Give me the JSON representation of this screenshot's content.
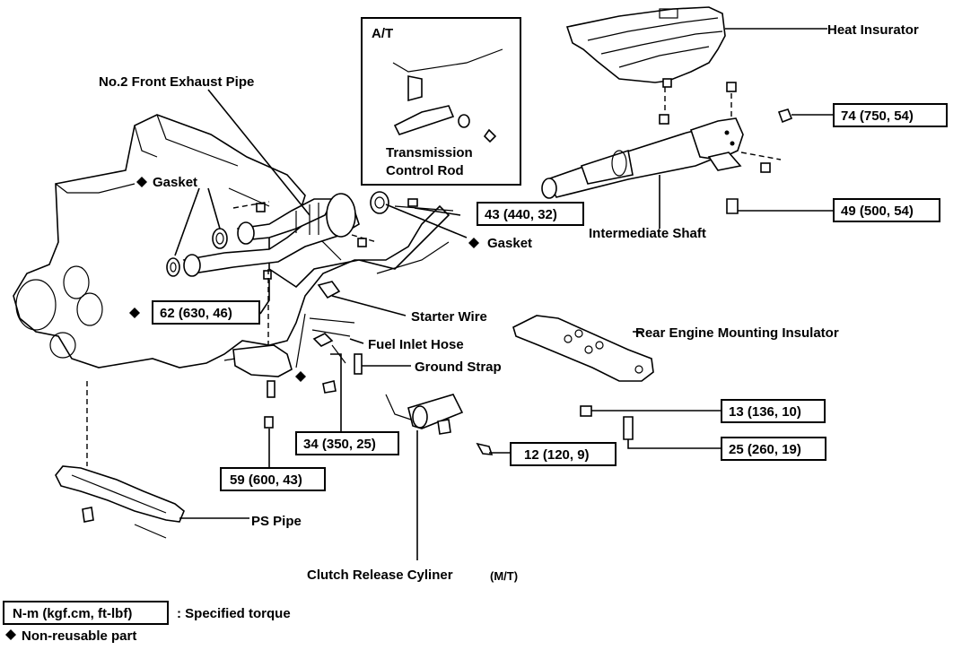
{
  "labels": {
    "front_exhaust_pipe": "No.2 Front Exhaust Pipe",
    "gasket_left": "Gasket",
    "gasket_right": "Gasket",
    "at_title": "A/T",
    "transmission_control_rod_1": "Transmission",
    "transmission_control_rod_2": "Control Rod",
    "heat_insulator": "Heat Insurator",
    "intermediate_shaft": "Intermediate Shaft",
    "starter_wire": "Starter Wire",
    "fuel_inlet_hose": "Fuel Inlet Hose",
    "ground_strap": "Ground Strap",
    "rear_engine_mounting_insulator": "Rear Engine Mounting Insulator",
    "ps_pipe": "PS Pipe",
    "clutch_release_cylinder": "Clutch Release Cyliner",
    "clutch_release_cylinder_suffix": "(M/T)"
  },
  "torques": {
    "t74": "74 (750, 54)",
    "t49": "49 (500, 54)",
    "t43": "43 (440, 32)",
    "t62": "62 (630, 46)",
    "t13": "13 (136, 10)",
    "t25": "25 (260, 19)",
    "t12": "12 (120, 9)",
    "t34": "34 (350, 25)",
    "t59": "59 (600, 43)"
  },
  "legend": {
    "torque_unit_box": "N-m (kgf.cm, ft-lbf)",
    "torque_desc": ": Specified torque",
    "nonreusable_desc": "Non-reusable part"
  },
  "icons": {
    "nonreusable_marker": "black-diamond"
  }
}
